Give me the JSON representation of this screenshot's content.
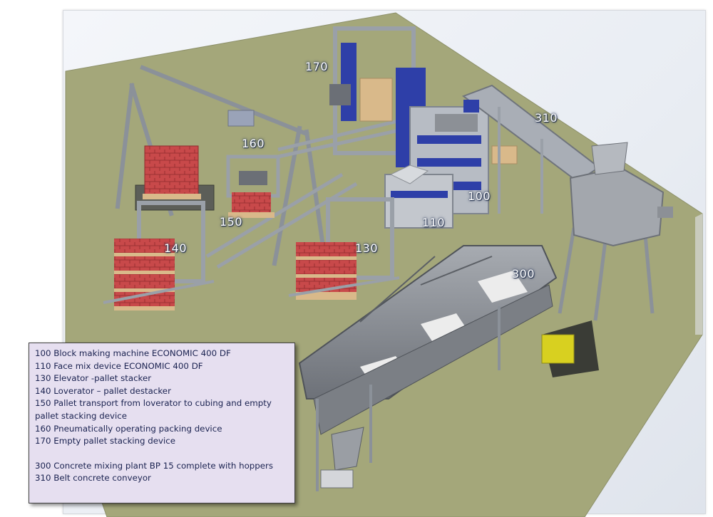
{
  "callouts": {
    "c170": "170",
    "c160": "160",
    "c310": "310",
    "c100": "100",
    "c150": "150",
    "c110": "110",
    "c140": "140",
    "c130": "130",
    "c300": "300"
  },
  "legend": {
    "group1": [
      "100  Block making machine ECONOMIC 400 DF",
      "110 Face mix device ECONOMIC 400 DF",
      "130 Elevator -pallet stacker",
      "140 Loverator – pallet destacker",
      "150 Pallet transport from loverator to cubing and empty",
      "pallet stacking device",
      "160 Pneumatically operating packing device",
      "170 Empty pallet stacking device"
    ],
    "group2": [
      "300 Concrete mixing plant BP 15 complete with hoppers",
      "310 Belt concrete conveyor"
    ]
  },
  "colors": {
    "floor": "#a4a77a",
    "frame_steel": "#9aa0a8",
    "bricks": "#c8494a",
    "pallet_wood": "#d9b98a",
    "machine_blue": "#2e3fa8",
    "hopper_gray": "#8c9096",
    "motor_yellow": "#d8d020",
    "legend_bg": "#e6dff0",
    "legend_text": "#1a2250"
  }
}
